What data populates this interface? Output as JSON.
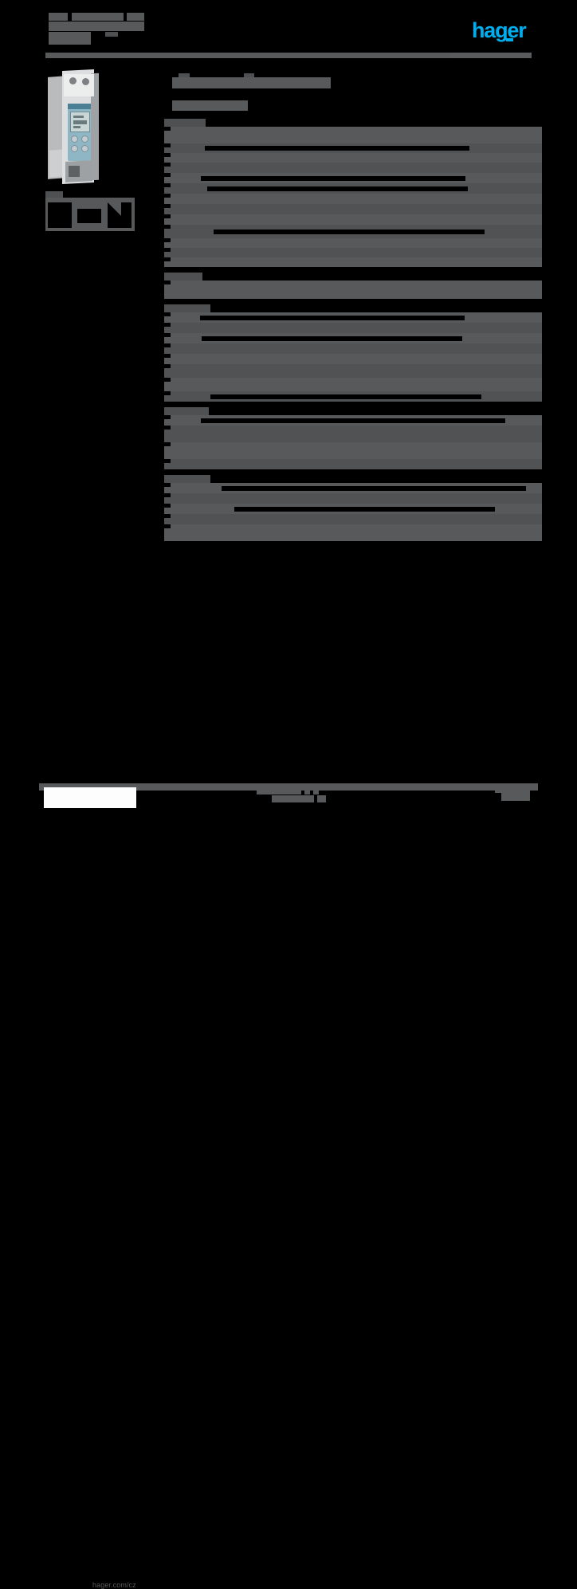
{
  "document": {
    "kind": "product-datasheet",
    "brand": "hager",
    "brand_color": "#00AEEF",
    "redaction_color": "#58595b",
    "page_background": "#000000",
    "header": {
      "title_lines": [
        "",
        "",
        ""
      ],
      "rule": true
    },
    "logo": {
      "wordmark": "hager",
      "color": "#00AEEF"
    },
    "product": {
      "photo_alt": "din-rail-digital-time-switch",
      "diagram_alt": "dimension-and-wiring-diagrams"
    },
    "spec": {
      "title": "",
      "subtitle": "",
      "groups": [
        {
          "label": "",
          "rows": [
            {
              "label": "",
              "value": "",
              "indent": 0
            },
            {
              "label": "",
              "value": "",
              "indent": 0
            },
            {
              "label": "",
              "value": "",
              "indent": 0
            },
            {
              "label": "",
              "value": "",
              "indent": 0
            },
            {
              "label": "",
              "value": "",
              "indent": 1
            },
            {
              "label": "",
              "value": "",
              "indent": 1
            },
            {
              "label": "",
              "value": "",
              "indent": 0
            },
            {
              "label": "",
              "value": "",
              "indent": 0
            },
            {
              "label": "",
              "value": "",
              "indent": 0
            },
            {
              "label": "",
              "value": "",
              "indent": 1
            },
            {
              "label": "",
              "value": "",
              "indent": 0
            },
            {
              "label": "",
              "value": "",
              "indent": 0
            },
            {
              "label": "",
              "value": "",
              "indent": 0
            }
          ]
        },
        {
          "label": "",
          "rows": [
            {
              "label": "",
              "value": "",
              "indent": 0
            }
          ]
        },
        {
          "label": "",
          "rows": [
            {
              "label": "",
              "value": "",
              "indent": 1
            },
            {
              "label": "",
              "value": "",
              "indent": 1
            },
            {
              "label": "",
              "value": "",
              "indent": 0
            },
            {
              "label": "",
              "value": "",
              "indent": 1
            },
            {
              "label": "",
              "value": "",
              "indent": 0
            },
            {
              "label": "",
              "value": "",
              "indent": 0
            },
            {
              "label": "",
              "value": "",
              "indent": 0
            },
            {
              "label": "",
              "value": "",
              "indent": 1
            }
          ]
        },
        {
          "label": "",
          "rows": [
            {
              "label": "",
              "value": "",
              "indent": 1
            },
            {
              "label": "",
              "value": "",
              "indent": 0
            },
            {
              "label": "",
              "value": "",
              "indent": 0
            },
            {
              "label": "",
              "value": "",
              "indent": 0
            }
          ]
        },
        {
          "label": "",
          "rows": [
            {
              "label": "",
              "value": "",
              "indent": 1
            },
            {
              "label": "",
              "value": "",
              "indent": 1
            },
            {
              "label": "",
              "value": "",
              "indent": 1
            },
            {
              "label": "",
              "value": "",
              "indent": 0
            },
            {
              "label": "",
              "value": "",
              "indent": 0
            }
          ]
        }
      ]
    },
    "footer": {
      "url": "hager.com/cz",
      "center_text": "",
      "page_label": ""
    }
  }
}
